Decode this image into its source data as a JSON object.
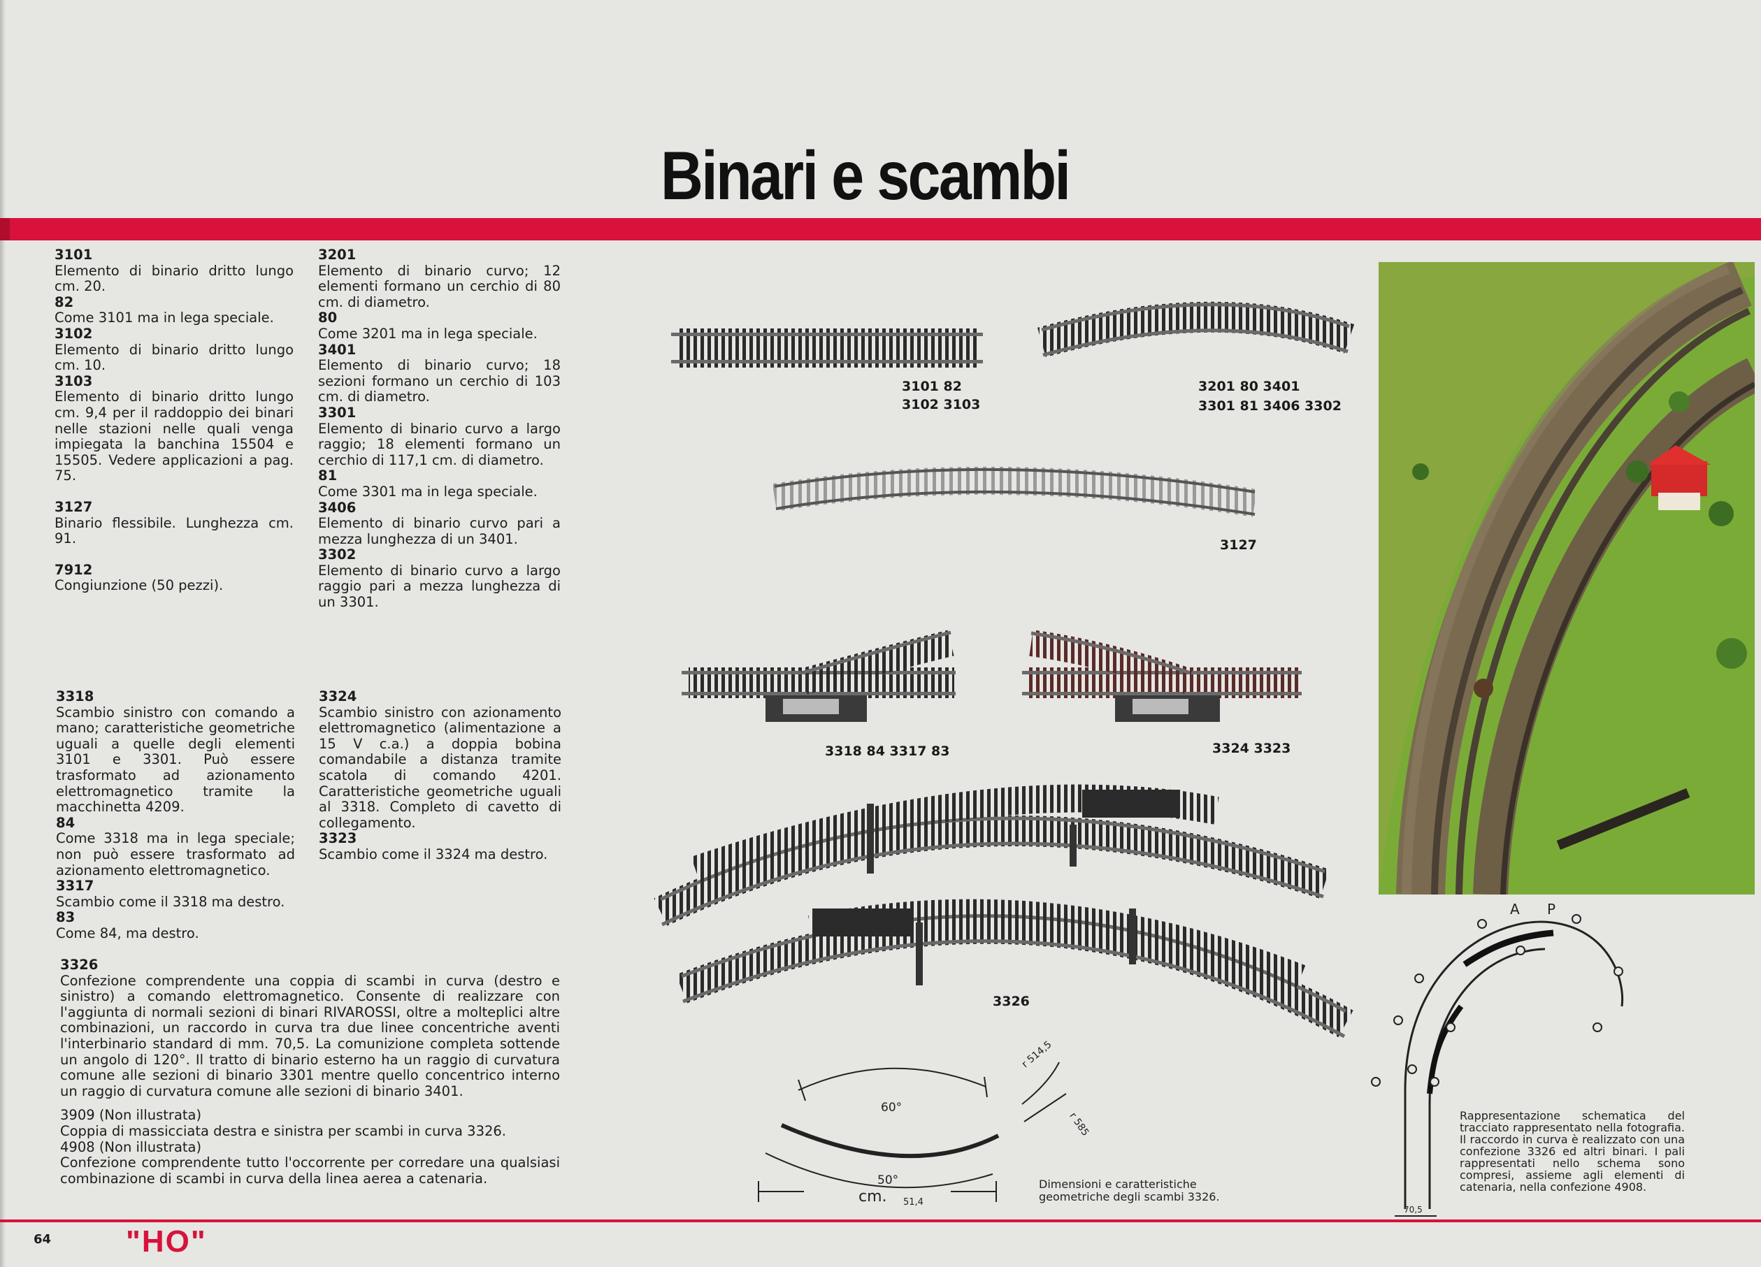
{
  "page": {
    "title": "Binari e scambi",
    "page_number": "64",
    "scale": "\"HO\""
  },
  "text_col_1": [
    {
      "code": "3101",
      "desc": "Elemento di binario dritto lungo cm. 20."
    },
    {
      "code": "82",
      "desc": "Come 3101 ma in lega speciale."
    },
    {
      "code": "3102",
      "desc": "Elemento di binario dritto lungo cm. 10."
    },
    {
      "code": "3103",
      "desc": "Elemento di binario dritto lungo cm. 9,4 per il raddoppio dei binari nelle stazioni nelle quali venga impiegata la banchina 15504 e 15505. Vedere applicazioni a pag. 75."
    },
    {
      "code": "3127",
      "desc": "Binario flessibile. Lunghezza cm. 91."
    },
    {
      "code": "7912",
      "desc": "Congiunzione (50 pezzi)."
    }
  ],
  "text_col_2": [
    {
      "code": "3201",
      "desc": "Elemento di binario curvo; 12 elementi formano un cerchio di 80 cm. di diametro."
    },
    {
      "code": "80",
      "desc": "Come 3201 ma in lega speciale."
    },
    {
      "code": "3401",
      "desc": "Elemento di binario curvo; 18 sezioni formano un cerchio di 103 cm. di diametro."
    },
    {
      "code": "3301",
      "desc": "Elemento di binario curvo a largo raggio; 18 elementi formano un cerchio di 117,1 cm. di diametro."
    },
    {
      "code": "81",
      "desc": "Come 3301 ma in lega speciale."
    },
    {
      "code": "3406",
      "desc": "Elemento di binario curvo pari a mezza lunghezza di un 3401."
    },
    {
      "code": "3302",
      "desc": "Elemento di binario curvo a largo raggio pari a mezza lunghezza di un 3301."
    }
  ],
  "text_col_3": [
    {
      "code": "3318",
      "desc": "Scambio sinistro con comando a mano; caratteristiche geometriche uguali a quelle degli elementi 3101 e 3301. Può essere trasformato ad azionamento elettromagnetico tramite la macchinetta 4209."
    },
    {
      "code": "84",
      "desc": "Come 3318 ma in lega speciale; non può essere trasformato ad azionamento elettromagnetico."
    },
    {
      "code": "3317",
      "desc": "Scambio come il 3318 ma destro."
    },
    {
      "code": "83",
      "desc": "Come 84, ma destro."
    }
  ],
  "text_col_4": [
    {
      "code": "3324",
      "desc": "Scambio sinistro con azionamento elettromagnetico (alimentazione a 15 V c.a.) a doppia bobina comandabile a distanza tramite scatola di comando 4201. Caratteristiche geometriche uguali al 3318. Completo di cavetto di collegamento."
    },
    {
      "code": "3323",
      "desc": "Scambio come il 3324 ma destro."
    }
  ],
  "text_wide": [
    {
      "code": "3326",
      "desc": "Confezione comprendente una coppia di scambi in curva (destro e sinistro) a comando elettromagnetico. Consente di realizzare con l'aggiunta di normali sezioni di binari RIVAROSSI, oltre a molteplici altre combinazioni, un raccordo in curva tra due linee concentriche aventi l'interbinario standard di mm. 70,5. La comunizione completa sottende un angolo di 120°. Il tratto di binario esterno ha un raggio di curvatura comune alle sezioni di binario 3301 mentre quello concentrico interno un raggio di curvatura comune alle sezioni di binario 3401."
    },
    {
      "code": "3909 (Non illustrata)",
      "desc": "Coppia di massicciata destra e sinistra per scambi in curva 3326."
    },
    {
      "code": "4908 (Non illustrata)",
      "desc": "Confezione comprendente tutto l'occorrente per corredare una qualsiasi combinazione di scambi in curva della linea aerea a catenaria."
    }
  ],
  "track_labels": {
    "straight_a": "3101  82",
    "straight_b": "3102  3103",
    "curved_a": "3201  80  3401",
    "curved_b": "3301  81  3406  3302",
    "flexible": "3127",
    "switch_manual": "3318  84  3317  83",
    "switch_electric": "3324   3323",
    "curved_switch": "3326"
  },
  "geometry_diagram": {
    "angle_outer": "60°",
    "angle_inner": "50°",
    "radius_1": "r 514,5",
    "radius_2": "r 585",
    "unit": "cm.",
    "unit_value": "51,4",
    "caption": "Dimensioni e caratteristiche geometriche degli scambi 3326."
  },
  "schematic": {
    "pole_labels": [
      "A",
      "P"
    ],
    "bottom_dimension": "70,5",
    "caption": "Rappresentazione schematica del tracciato rappresentato nella fotografia. Il raccordo in curva è realizzato con una confezione 3326 ed altri binari. I pali rappresentati nello schema sono compresi, assieme agli elementi di catenaria, nella confezione 4908."
  },
  "colors": {
    "accent_red": "#d8123a",
    "page_bg": "#e6e6e3",
    "grass": "#7cb83a",
    "roof": "#d42a2a"
  }
}
